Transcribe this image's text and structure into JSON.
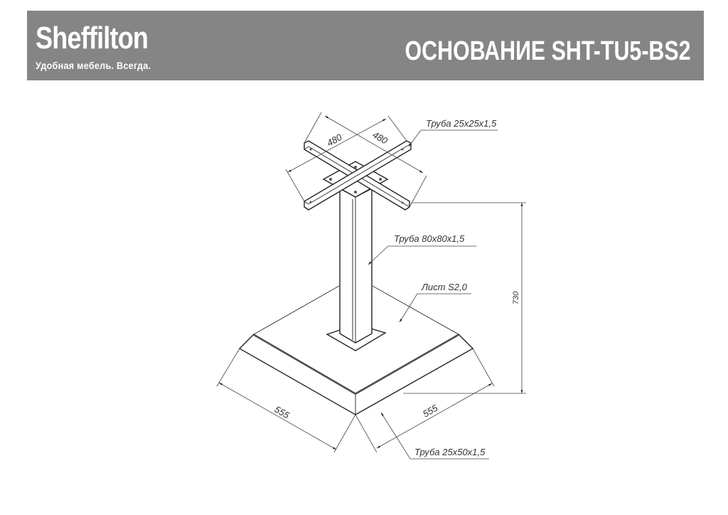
{
  "header": {
    "brand": "Sheffilton",
    "tagline": "Удобная мебель. Всегда.",
    "title": "ОСНОВАНИЕ SHT-TU5-BS2",
    "background_color": "#858585"
  },
  "drawing": {
    "labels": {
      "cross_tube": "Труба 25x25x1,5",
      "column_tube": "Труба 80x80x1,5",
      "sheet": "Лист S2,0",
      "frame_tube": "Труба 25x50x1,5"
    },
    "dimensions": {
      "cross_left": "480",
      "cross_right": "480",
      "height": "730",
      "base_left": "555",
      "base_right": "555"
    }
  }
}
